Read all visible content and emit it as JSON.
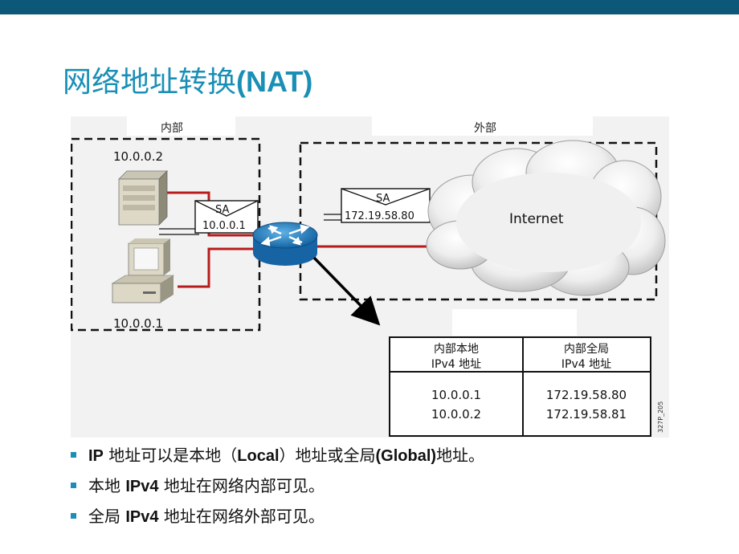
{
  "slide": {
    "title_main": "网络地址转换",
    "title_paren": "(NAT)"
  },
  "diagram": {
    "inside_label": "内部",
    "outside_label": "外部",
    "server_ip": "10.0.0.2",
    "pc_ip": "10.0.0.1",
    "packet_inside": {
      "header": "SA",
      "address": "10.0.0.1"
    },
    "packet_outside": {
      "header": "SA",
      "address": "172.19.58.80"
    },
    "cloud_label": "Internet",
    "figure_id": "327P_205",
    "nat_table": {
      "headers": [
        [
          "内部本地",
          "IPv4 地址"
        ],
        [
          "内部全局",
          "IPv4 地址"
        ]
      ],
      "rows": [
        [
          "10.0.0.1",
          "172.19.58.80"
        ],
        [
          "10.0.0.2",
          "172.19.58.81"
        ]
      ]
    },
    "colors": {
      "link": "#b71c1c",
      "router": "#1e7fc0",
      "frame": "#111111"
    }
  },
  "bullets": [
    {
      "pre": "",
      "b1": "IP",
      "mid1": " 地址可以是本地（",
      "b2": "Local",
      "mid2": "）地址或全局",
      "b3": "(Global)",
      "post": "地址。"
    },
    {
      "pre": "本地 ",
      "b1": "IPv4",
      "mid1": " 地址在网络内部可见。",
      "b2": "",
      "mid2": "",
      "b3": "",
      "post": ""
    },
    {
      "pre": "全局 ",
      "b1": "IPv4",
      "mid1": " 地址在网络外部可见。",
      "b2": "",
      "mid2": "",
      "b3": "",
      "post": ""
    }
  ]
}
